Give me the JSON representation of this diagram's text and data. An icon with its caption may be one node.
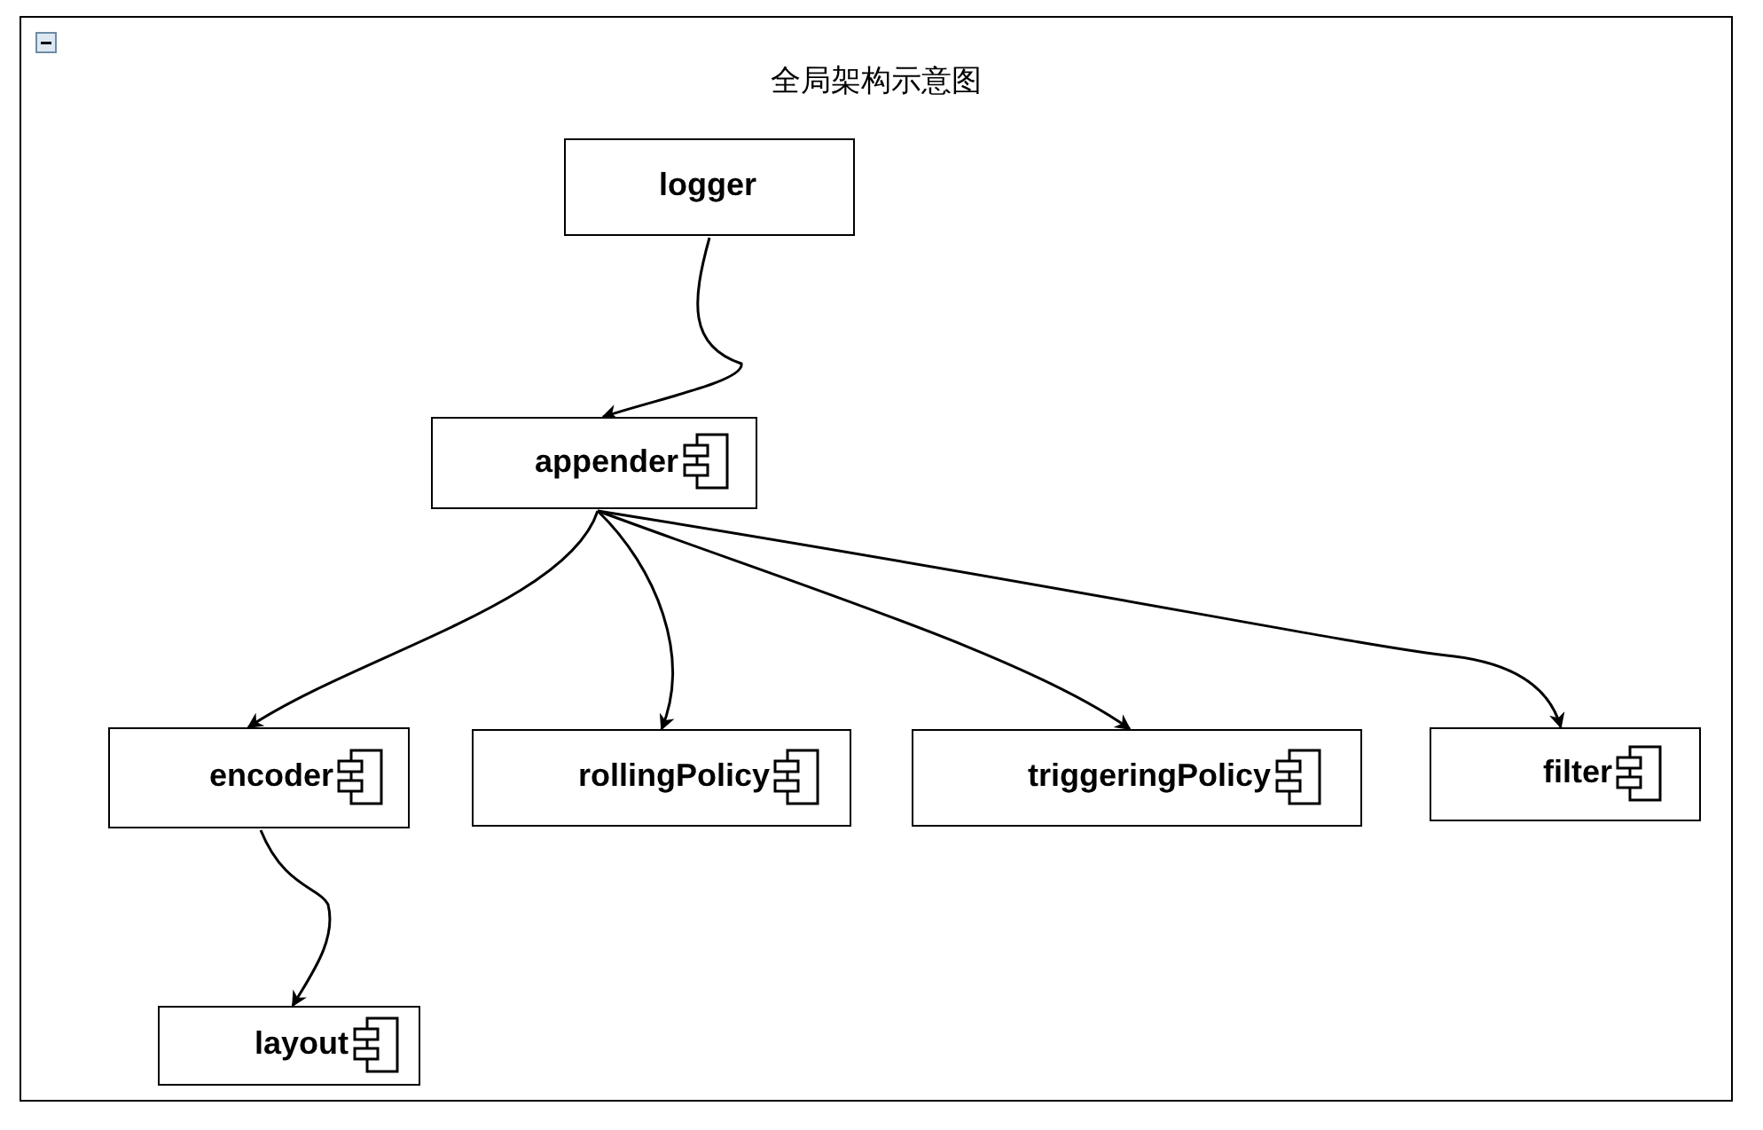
{
  "diagram": {
    "nodes": [
      {
        "text": [
          "全局架构示意图"
        ]
      },
      {
        "text": [
          "logger"
        ],
        "in": 0
      },
      {
        "text": [
          "appender"
        ],
        "in": 0
      },
      {
        "text": [
          "encoder"
        ],
        "in": 0
      },
      {
        "text": [
          "rollingPolicy"
        ],
        "in": 0
      },
      {
        "text": [
          "triggeringPolicy"
        ],
        "in": 0
      },
      {
        "text": [
          "filter"
        ],
        "in": 0
      },
      {
        "text": [
          "layout"
        ],
        "in": 0
      }
    ],
    "edges": [
      {
        "from": 1,
        "to": 2,
        "arrow": "to"
      },
      {
        "from": 2,
        "to": 3,
        "arrow": "to"
      },
      {
        "from": 2,
        "to": 4,
        "arrow": "to"
      },
      {
        "from": 2,
        "to": 5,
        "arrow": "to"
      },
      {
        "from": 2,
        "to": 6,
        "arrow": "to"
      },
      {
        "from": 3,
        "to": 7,
        "arrow": "to"
      }
    ]
  }
}
